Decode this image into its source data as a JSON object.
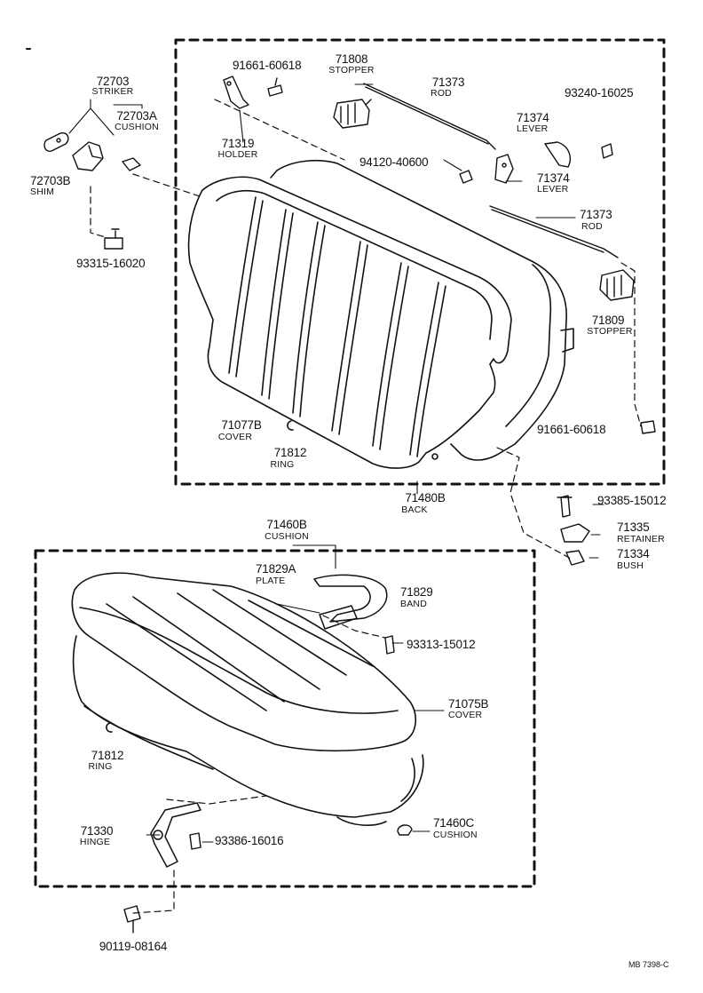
{
  "parts": {
    "p72703": {
      "number": "72703",
      "name": "STRIKER"
    },
    "p72703A": {
      "number": "72703A",
      "name": "CUSHION"
    },
    "p72703B": {
      "number": "72703B",
      "name": "SHIM"
    },
    "p93315": {
      "number": "93315-16020"
    },
    "p91661_top": {
      "number": "91661-60618"
    },
    "p71808": {
      "number": "71808",
      "name": "STOPPER"
    },
    "p71373_top": {
      "number": "71373",
      "name": "ROD"
    },
    "p93240": {
      "number": "93240-16025"
    },
    "p71374_a": {
      "number": "71374",
      "name": "LEVER"
    },
    "p71374_b": {
      "number": "71374",
      "name": "LEVER"
    },
    "p71319": {
      "number": "71319",
      "name": "HOLDER"
    },
    "p94120": {
      "number": "94120-40600"
    },
    "p71373_bot": {
      "number": "71373",
      "name": "ROD"
    },
    "p71809": {
      "number": "71809",
      "name": "STOPPER"
    },
    "p91661_bot": {
      "number": "91661-60618"
    },
    "p71077B": {
      "number": "71077B",
      "name": "COVER"
    },
    "p71812_top": {
      "number": "71812",
      "name": "RING"
    },
    "p71480B": {
      "number": "71480B",
      "name": "BACK"
    },
    "p93385": {
      "number": "93385-15012"
    },
    "p71335": {
      "number": "71335",
      "name": "RETAINER"
    },
    "p71334": {
      "number": "71334",
      "name": "BUSH"
    },
    "p71460B": {
      "number": "71460B",
      "name": "CUSHION"
    },
    "p71829A": {
      "number": "71829A",
      "name": "PLATE"
    },
    "p71829": {
      "number": "71829",
      "name": "BAND"
    },
    "p93313": {
      "number": "93313-15012"
    },
    "p71075B": {
      "number": "71075B",
      "name": "COVER"
    },
    "p71812_bot": {
      "number": "71812",
      "name": "RING"
    },
    "p71330": {
      "number": "71330",
      "name": "HINGE"
    },
    "p93386": {
      "number": "93386-16016"
    },
    "p71460C": {
      "number": "71460C",
      "name": "CUSHION"
    },
    "p90119": {
      "number": "90119-08164"
    }
  },
  "drawing_code": "MB 7398-C"
}
